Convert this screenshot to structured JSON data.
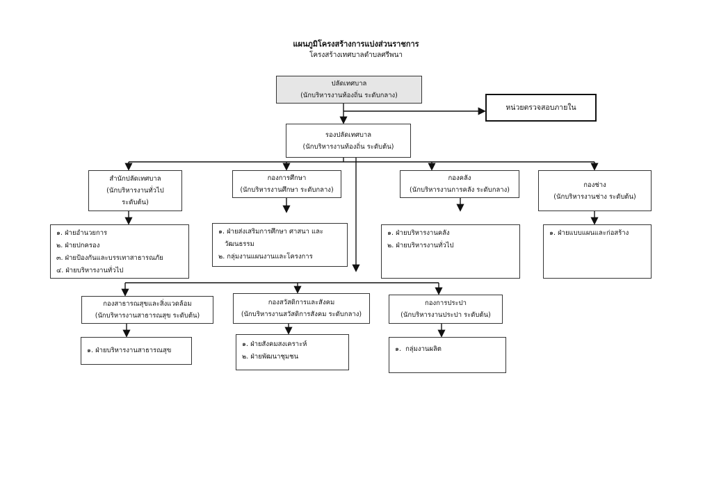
{
  "header": {
    "title": "แผนภูมิโครงสร้างการแบ่งส่วนราชการ",
    "subtitle": "โครงสร้างเทศบาลตำบลศรีพนา"
  },
  "top": {
    "name": "ปลัดเทศบาล",
    "level": "(นักบริหารงานท้องถิ่น ระดับกลาง)"
  },
  "audit": {
    "name": "หน่วยตรวจสอบภายใน"
  },
  "deputy": {
    "name": "รองปลัดเทศบาล",
    "level": "(นักบริหารงานท้องถิ่น ระดับต้น)"
  },
  "divisions": [
    {
      "name": "สำนักปลัดเทศบาล",
      "level": "(นักบริหารงานทั่วไป",
      "level2": "ระดับต้น)",
      "units": [
        "๑. ฝ่ายอำนวยการ",
        "๒. ฝ่ายปกครอง",
        "๓. ฝ่ายป้องกันและบรรเทาสาธารณภัย",
        "๔. ฝ่ายบริหารงานทั่วไป"
      ]
    },
    {
      "name": "กองการศึกษา",
      "level": "(นักบริหารงานศึกษา ระดับกลาง)",
      "units": [
        "๑. ฝ่ายส่งเสริมการศึกษา ศาสนา และ",
        "   วัฒนธรรม",
        "๒. กลุ่มงานแผนงานและโครงการ"
      ]
    },
    {
      "name": "กองคลัง",
      "level": "(นักบริหารงานการคลัง ระดับกลาง)",
      "units": [
        "๑. ฝ่ายบริหารงานคลัง",
        "๒. ฝ่ายบริหารงานทั่วไป"
      ]
    },
    {
      "name": "กองช่าง",
      "level": "(นักบริหารงานช่าง ระดับต้น)",
      "units": [
        "๑. ฝ่ายแบบแผนและก่อสร้าง"
      ]
    },
    {
      "name": "กองสาธารณสุขและสิ่งแวดล้อม",
      "level": "(นักบริหารงานสาธารณสุข ระดับต้น)",
      "units": [
        "๑. ฝ่ายบริหารงานสาธารณสุข"
      ]
    },
    {
      "name": "กองสวัสดิการและสังคม",
      "level": "(นักบริหารงานสวัสดิการสังคม ระดับกลาง)",
      "units": [
        "๑. ฝ่ายสังคมสงเคราะห์",
        "๒. ฝ่ายพัฒนาชุมชน"
      ]
    },
    {
      "name": "กองการประปา",
      "level": "(นักบริหารงานประปา ระดับต้น)",
      "units": [
        "๑.  กลุ่มงานผลิต"
      ]
    }
  ]
}
